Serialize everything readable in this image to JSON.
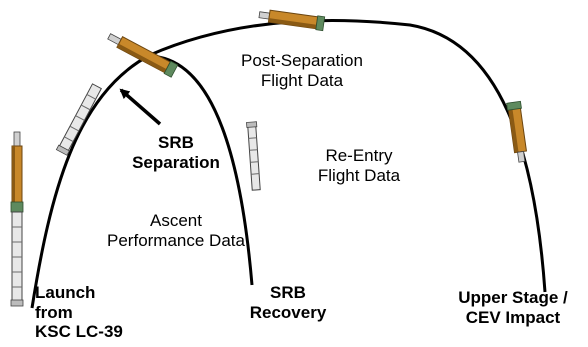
{
  "labels": {
    "post_separation": "Post-Separation\nFlight Data",
    "srb_separation": "SRB\nSeparation",
    "re_entry": "Re-Entry\nFlight Data",
    "ascent": "Ascent\nPerformance Data",
    "launch": "Launch\nfrom\nKSC LC-39",
    "srb_recovery": "SRB\nRecovery",
    "upper_stage_impact": "Upper Stage /\nCEV Impact"
  },
  "colors": {
    "trajectory": "#000000",
    "upper_stage_body": "#c8882a",
    "upper_stage_shade": "#8a5a14",
    "booster_body": "#e8e8e8",
    "booster_rings": "#6a6a6a",
    "interstage_green": "#5e8a5e"
  }
}
